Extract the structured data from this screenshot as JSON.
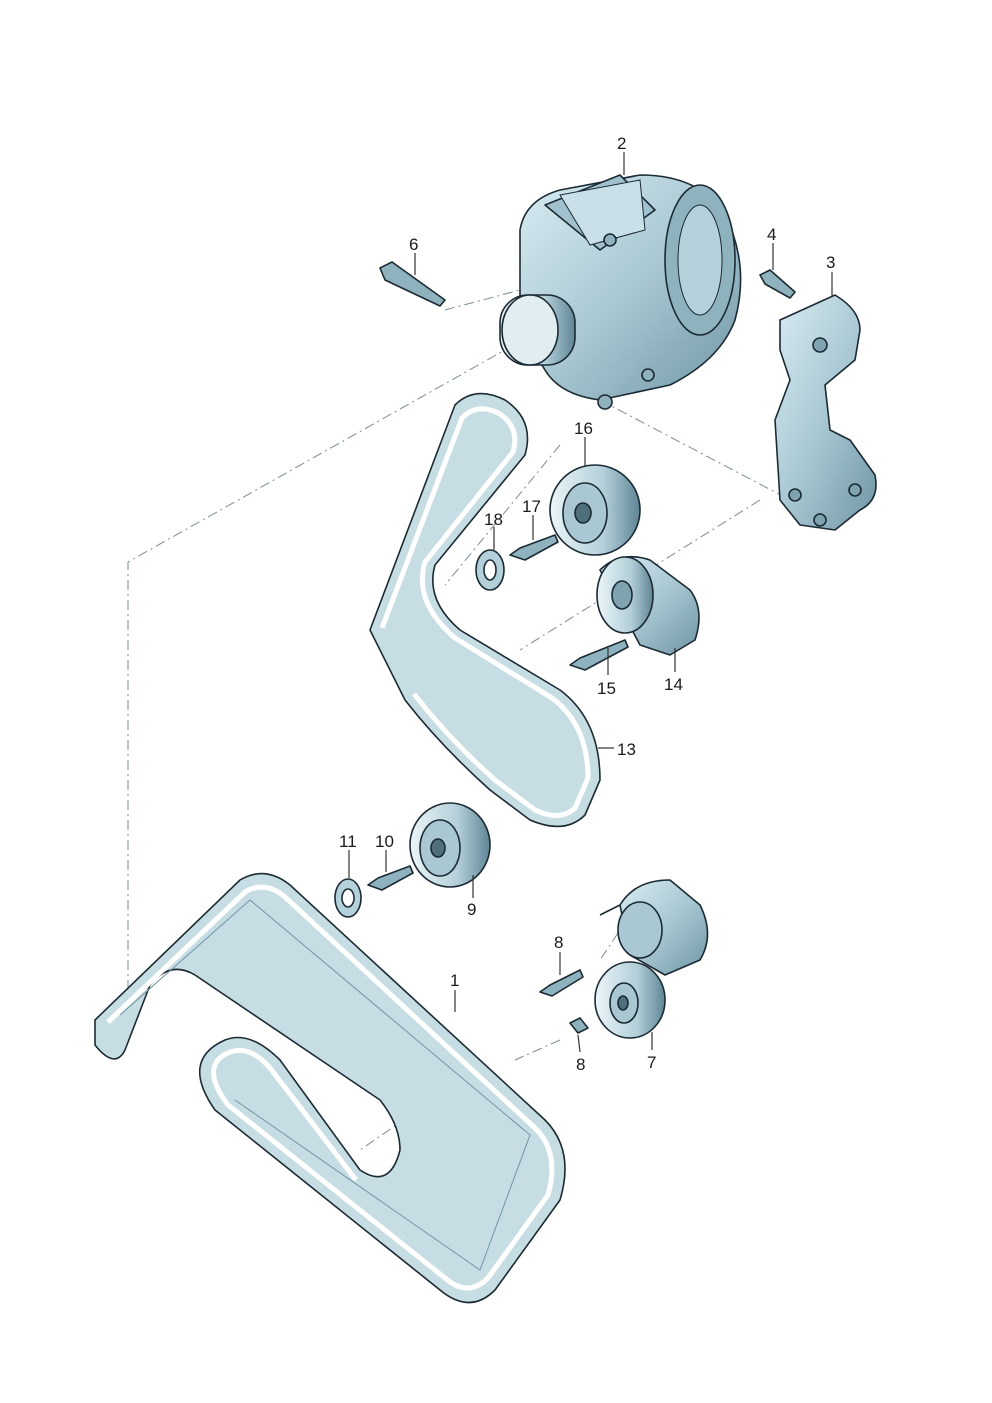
{
  "diagram": {
    "callouts": [
      {
        "id": "c1",
        "text": "1"
      },
      {
        "id": "c2",
        "text": "2"
      },
      {
        "id": "c3",
        "text": "3"
      },
      {
        "id": "c4",
        "text": "4"
      },
      {
        "id": "c6",
        "text": "6"
      },
      {
        "id": "c7",
        "text": "7"
      },
      {
        "id": "c8a",
        "text": "8"
      },
      {
        "id": "c8b",
        "text": "8"
      },
      {
        "id": "c9",
        "text": "9"
      },
      {
        "id": "c10",
        "text": "10"
      },
      {
        "id": "c11",
        "text": "11"
      },
      {
        "id": "c13",
        "text": "13"
      },
      {
        "id": "c14",
        "text": "14"
      },
      {
        "id": "c15",
        "text": "15"
      },
      {
        "id": "c16",
        "text": "16"
      },
      {
        "id": "c17",
        "text": "17"
      },
      {
        "id": "c18",
        "text": "18"
      }
    ],
    "colors": {
      "part_fill": "#b8d3dc",
      "part_shade": "#7fa3b1",
      "part_dark": "#4f6f7d",
      "outline": "#1b2a33",
      "dash": "#7a8c96"
    }
  }
}
